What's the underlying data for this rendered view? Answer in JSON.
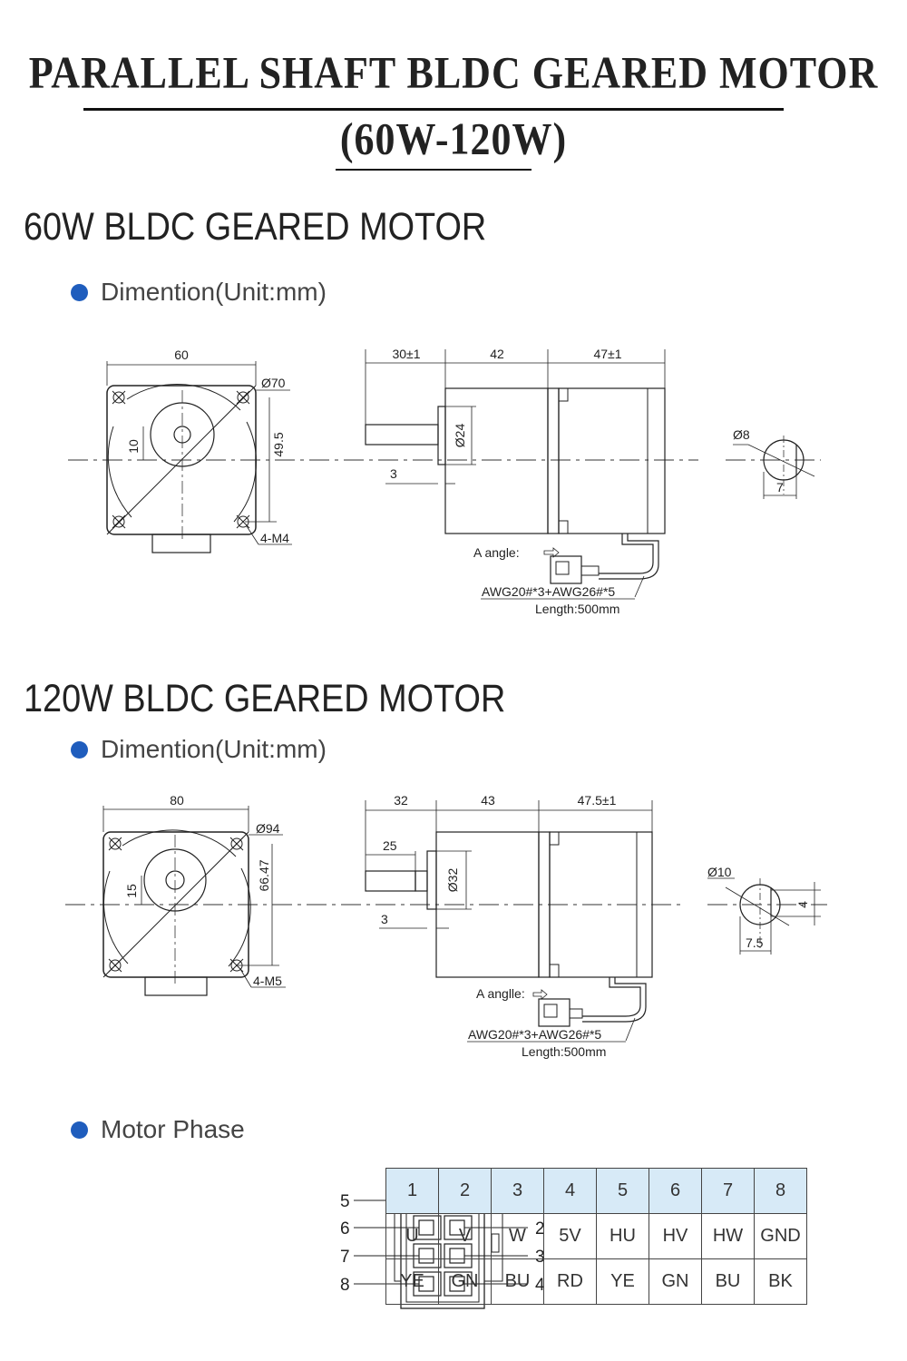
{
  "header": {
    "title_line1": "PARALLEL SHAFT BLDC GEARED MOTOR",
    "title_line2": "(60W-120W)"
  },
  "motor_60w": {
    "heading": "60W BLDC GEARED MOTOR",
    "section_label": "Dimention(Unit:mm)",
    "front": {
      "width": "60",
      "diameter": "Ø70",
      "height": "49.5",
      "offset": "10",
      "holes": "4-M4"
    },
    "side": {
      "shaft_len": "30±1",
      "gear_len": "42",
      "motor_len": "47±1",
      "boss_dia": "Ø24",
      "step": "3",
      "angle_label": "A angle:",
      "wire_spec": "AWG20#*3+AWG26#*5",
      "wire_length": "Length:500mm"
    },
    "shaft": {
      "diameter": "Ø8",
      "flat": "7"
    }
  },
  "motor_120w": {
    "heading": "120W BLDC GEARED MOTOR",
    "section_label": "Dimention(Unit:mm)",
    "front": {
      "width": "80",
      "diameter": "Ø94",
      "height": "66.47",
      "offset": "15",
      "holes": "4-M5"
    },
    "side": {
      "shaft_len": "32",
      "key_len": "25",
      "gear_len": "43",
      "motor_len": "47.5±1",
      "boss_dia": "Ø32",
      "step": "3",
      "angle_label": "A anglle:",
      "wire_spec": "AWG20#*3+AWG26#*5",
      "wire_length": "Length:500mm"
    },
    "shaft": {
      "diameter": "Ø10",
      "flat": "7.5",
      "key_height": "4"
    }
  },
  "motor_phase": {
    "section_label": "Motor Phase",
    "connector_pins_left": [
      "5",
      "6",
      "7",
      "8"
    ],
    "connector_pins_right": [
      "1",
      "2",
      "3",
      "4"
    ],
    "table": {
      "pins": [
        "1",
        "2",
        "3",
        "4",
        "5",
        "6",
        "7",
        "8"
      ],
      "signals": [
        "U",
        "V",
        "W",
        "5V",
        "HU",
        "HV",
        "HW",
        "GND"
      ],
      "colors": [
        "YE",
        "GN",
        "BU",
        "RD",
        "YE",
        "GN",
        "BU",
        "BK"
      ]
    }
  },
  "colors": {
    "bullet": "#1f5dbd",
    "table_header": "#d7eaf7"
  }
}
